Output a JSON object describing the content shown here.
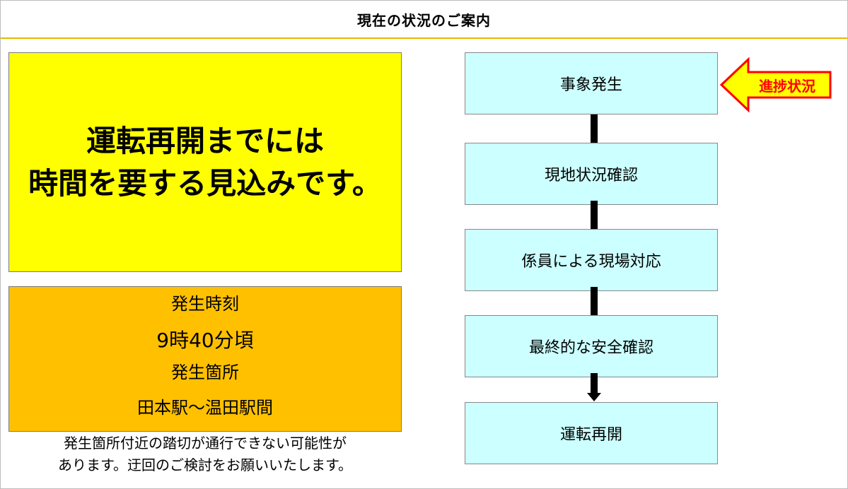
{
  "header": {
    "title": "現在の状況のご案内"
  },
  "main_message": {
    "line1": "運転再開までには",
    "line2": "時間を要する見込みです。"
  },
  "incident_info": {
    "time_label": "発生時刻",
    "time_value": "9時40分頃",
    "location_label": "発生箇所",
    "location_value": "田本駅～温田駅間"
  },
  "note": {
    "line1": "発生箇所付近の踏切が通行できない可能性が",
    "line2": "あります。迂回のご検討をお願いいたします。"
  },
  "flow": {
    "steps": [
      {
        "label": "事象発生"
      },
      {
        "label": "現地状況確認"
      },
      {
        "label": "係員による現場対応"
      },
      {
        "label": "最終的な安全確認"
      },
      {
        "label": "運転再開"
      }
    ],
    "current_step": 1,
    "progress_label": "進捗状況"
  },
  "colors": {
    "main_message_bg": "#ffff00",
    "info_bg": "#ffc000",
    "step_bg": "#ccffff",
    "progress_arrow_fill": "#ffff00",
    "progress_arrow_stroke": "#ff0000",
    "progress_text": "#ff0000",
    "header_rule": "#e6b800"
  }
}
